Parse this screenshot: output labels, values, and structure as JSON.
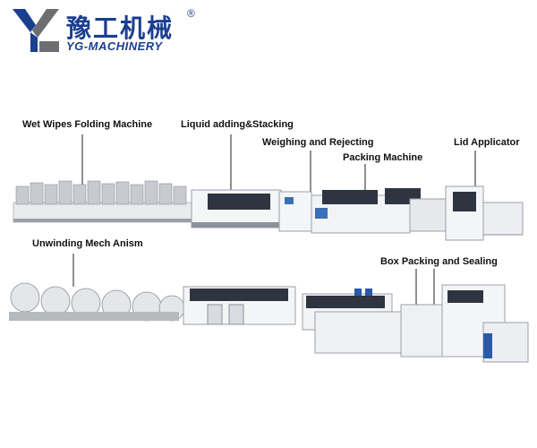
{
  "brand": {
    "name_cn": "豫工机械",
    "registered_mark": "®",
    "name_en": "YG-MACHINERY",
    "primary_color": "#1b3f8f",
    "accent_color": "#6d6e71"
  },
  "labels": {
    "wet_wipes_folding": "Wet Wipes Folding Machine",
    "liquid_adding": "Liquid adding&Stacking",
    "weighing": "Weighing and Rejecting",
    "packing": "Packing Machine",
    "lid_applicator": "Lid Applicator",
    "unwinding": "Unwinding Mech Anism",
    "box_packing": "Box Packing and Sealing"
  }
}
